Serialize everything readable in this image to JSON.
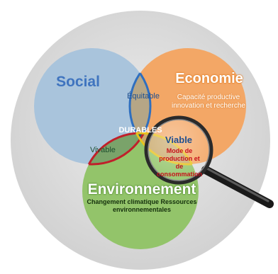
{
  "diagram": {
    "social": "Social",
    "economie": "Economie",
    "economie_desc": "Capacité productive innovation et recherche",
    "equitable": "Équitable",
    "durables": "DURABLES",
    "vivable": "Vivable",
    "viable": "Viable",
    "viable_desc": "Mode de production et de consommation",
    "environnement": "Environnement",
    "environnement_desc": "Changement climatique Ressources environnementales"
  },
  "colors": {
    "social": "#a9c4dc",
    "economie": "#f3a766",
    "environnement": "#93c46a",
    "background_disc": "#d9d9d9",
    "durables_center": "#1f5a6b",
    "equitable_area": "#b6a686",
    "vivable_area": "#7aa36a",
    "viable_area": "#c9a86a",
    "red_outline": "#c0202a",
    "blue_outline": "#2f6fbf",
    "yellow_outline": "#e8c21e"
  },
  "icons": {
    "magnifier": "magnifying-glass-icon"
  }
}
